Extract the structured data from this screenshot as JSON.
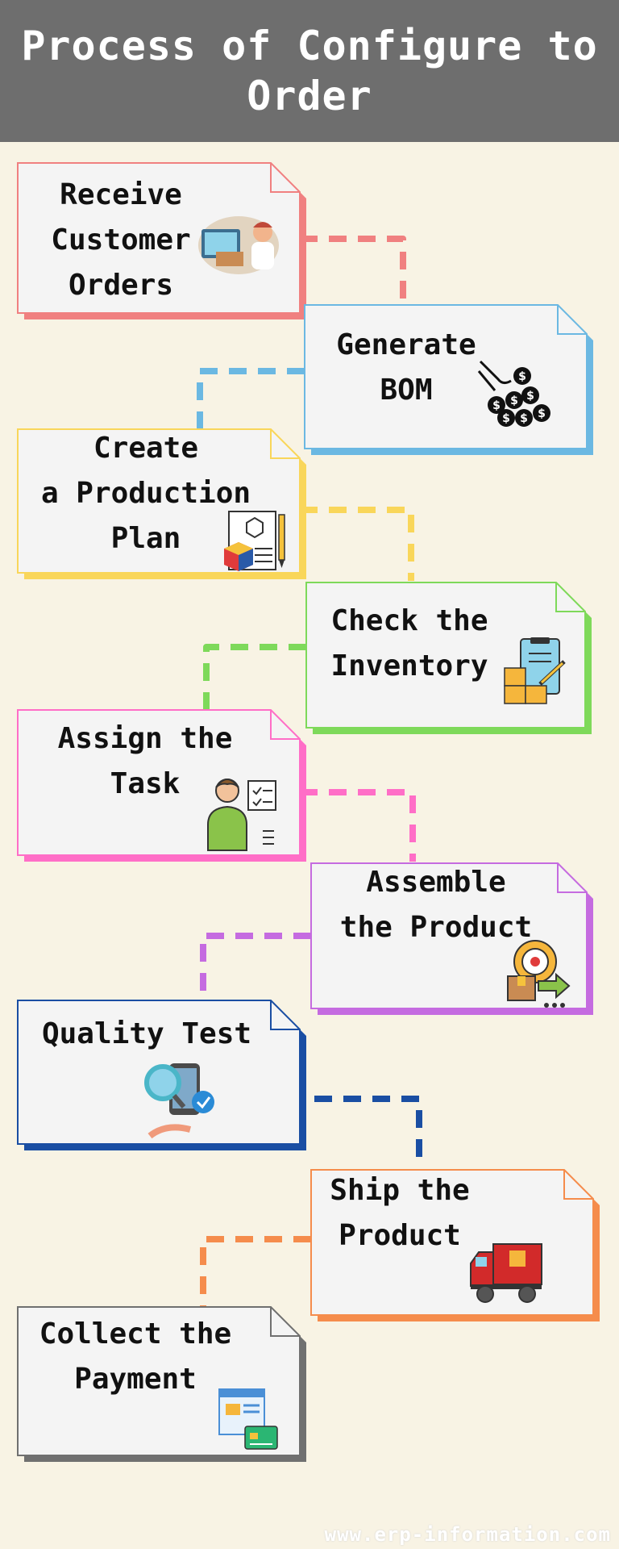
{
  "title": "Process of Configure to Order",
  "footer": "www.erp-information.com",
  "steps": [
    {
      "label": "Receive\nCustomer\nOrders",
      "color": "#f08080",
      "icon": "customer-order-icon"
    },
    {
      "label": "Generate\nBOM",
      "color": "#6bb8e2",
      "icon": "money-hand-icon"
    },
    {
      "label": "Create\na Production\nPlan",
      "color": "#f9d65a",
      "icon": "production-plan-icon"
    },
    {
      "label": "Check the\nInventory",
      "color": "#7ed95a",
      "icon": "inventory-clipboard-icon"
    },
    {
      "label": "Assign the\nTask",
      "color": "#ff6ec7",
      "icon": "task-person-icon"
    },
    {
      "label": "Assemble\nthe Product",
      "color": "#c56be0",
      "icon": "assembly-gear-icon"
    },
    {
      "label": "Quality Test",
      "color": "#1a4ea3",
      "icon": "quality-magnifier-icon"
    },
    {
      "label": "Ship the\nProduct",
      "color": "#f58c4c",
      "icon": "delivery-truck-icon"
    },
    {
      "label": "Collect the\nPayment",
      "color": "#707070",
      "icon": "payment-card-icon"
    }
  ]
}
